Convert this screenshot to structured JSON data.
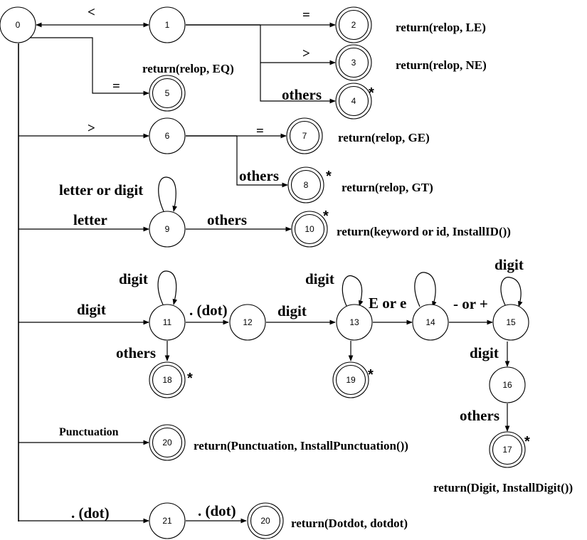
{
  "states": {
    "s0": "0",
    "s1": "1",
    "s2": "2",
    "s3": "3",
    "s4": "4",
    "s5": "5",
    "s6": "6",
    "s7": "7",
    "s8": "8",
    "s9": "9",
    "s10": "10",
    "s11": "11",
    "s12": "12",
    "s13": "13",
    "s14": "14",
    "s15": "15",
    "s16": "16",
    "s17": "17",
    "s18": "18",
    "s19": "19",
    "s20a": "20",
    "s20b": "20",
    "s21": "21"
  },
  "edge_labels": {
    "lt": "<",
    "eq_1_2": "=",
    "gt_1_3": ">",
    "others_1_4": "others",
    "eq_0_5": "=",
    "gt_0_6": ">",
    "eq_6_7": "=",
    "others_6_8": "others",
    "loop_9": "letter or digit",
    "letter": "letter",
    "others_9_10": "others",
    "loop_11": "digit",
    "digit_0_11": "digit",
    "dot_11_12": ". (dot)",
    "others_11_18": "others",
    "digit_12_13": "digit",
    "loop_13": "digit",
    "e_13_14": "E or e",
    "pm_14_15": "- or +",
    "loop_15": "digit",
    "digit_15_16": "digit",
    "others_16_17": "others",
    "punct": "Punctuation",
    "dot_0_21": ". (dot)",
    "dot_21_20": ". (dot)"
  },
  "returns": {
    "r2": "return(relop, LE)",
    "r3": "return(relop, NE)",
    "r5": "return(relop, EQ)",
    "r7": "return(relop, GE)",
    "r8": "return(relop, GT)",
    "r10": "return(keyword or id, InstallID())",
    "r20a": "return(Punctuation, InstallPunctuation())",
    "r17": "return(Digit, InstallDigit())",
    "r20b": "return(Dotdot, dotdot)"
  },
  "retract_marker": "*"
}
